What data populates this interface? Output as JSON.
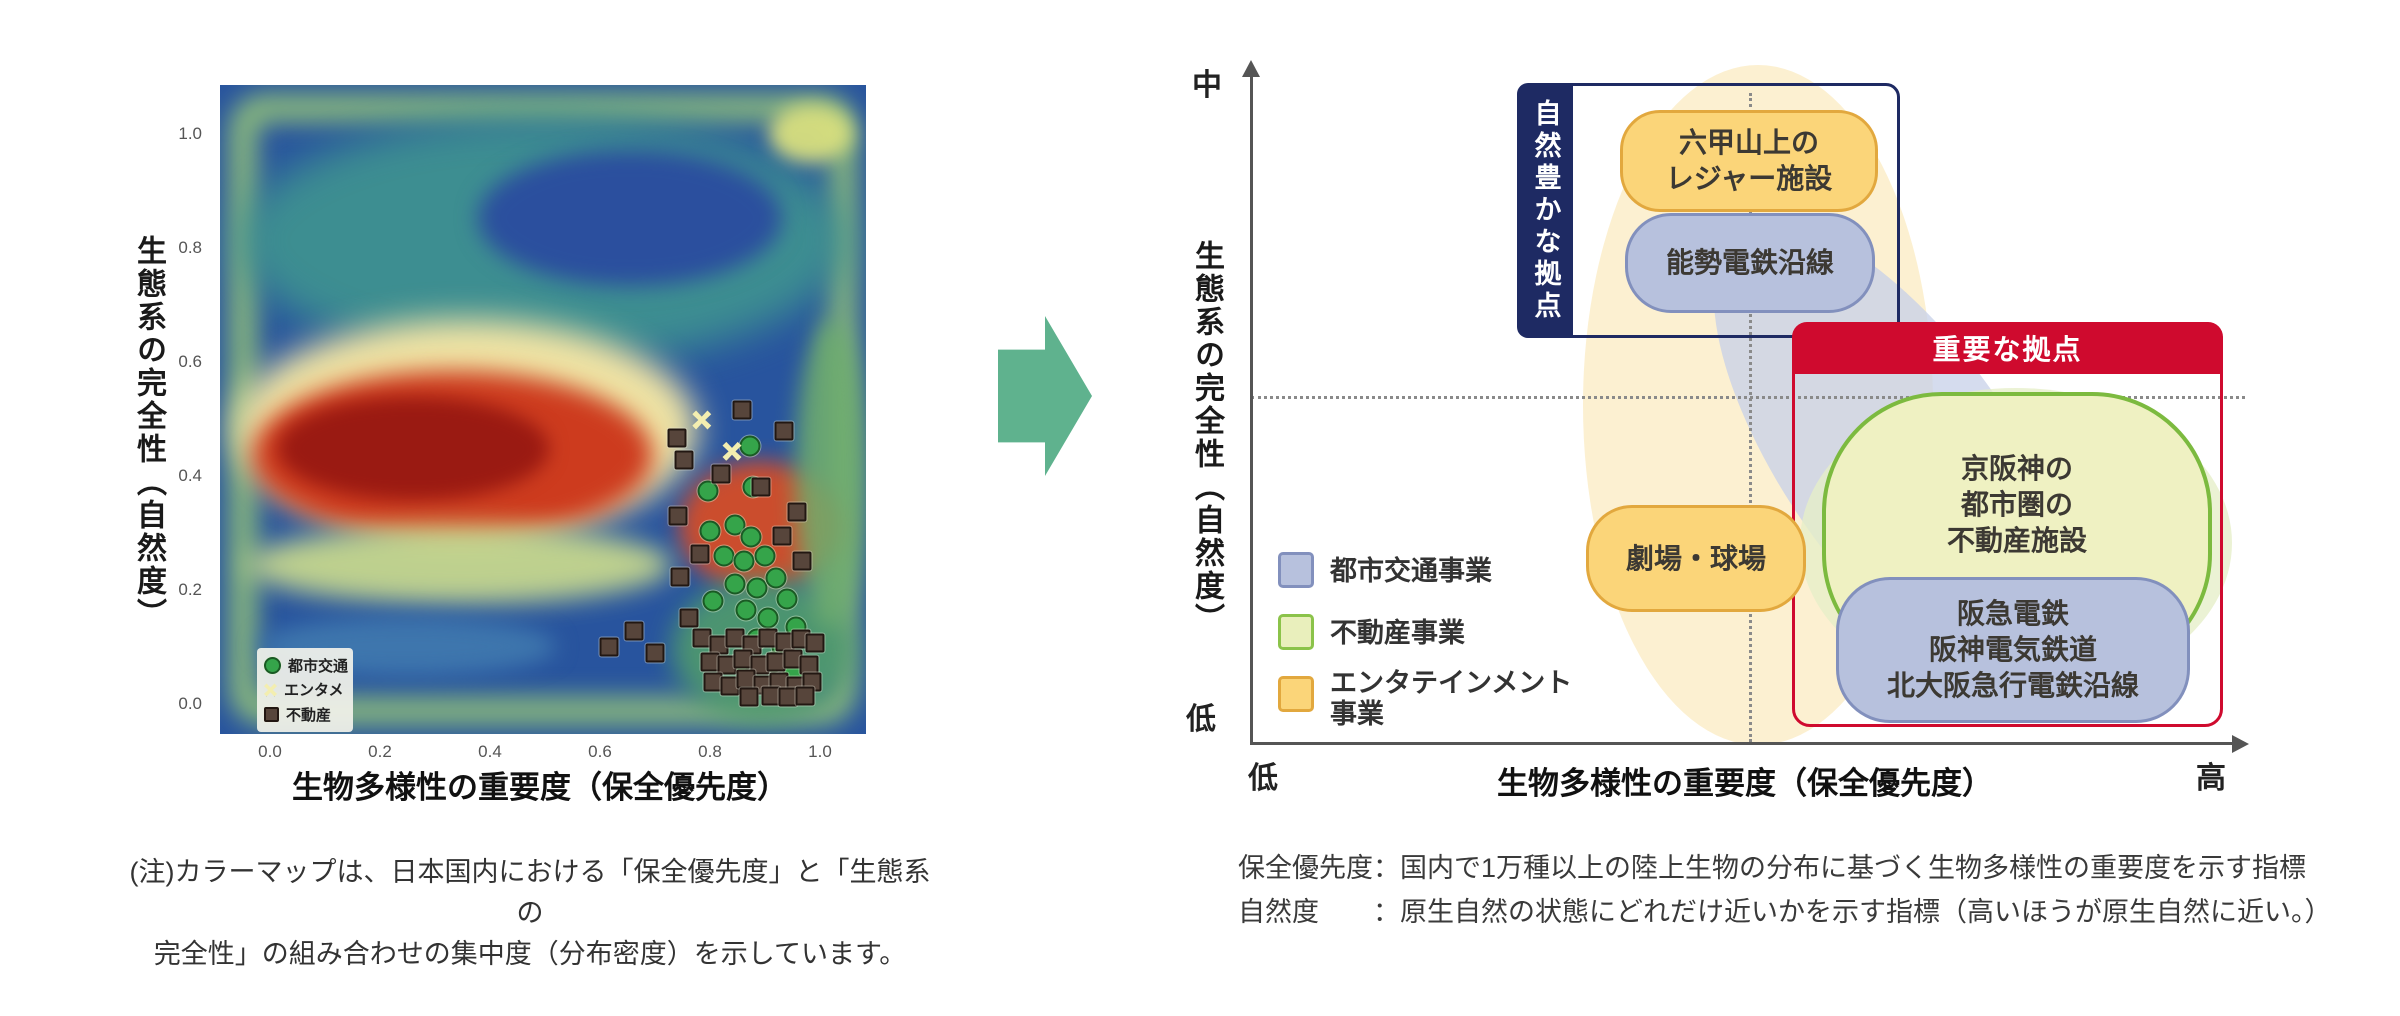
{
  "arrow_color": "#5fb28e",
  "left_panel": {
    "y_axis_label": "生態系の完全性（自然度）",
    "x_axis_label": "生物多様性の重要度（保全優先度）",
    "note_line1": "(注)カラーマップは、日本国内における「保全優先度」と「生態系の",
    "note_line2": "完全性」の組み合わせの集中度（分布密度）を示しています。",
    "legend": {
      "items": [
        {
          "label": "都市交通",
          "marker": "circle"
        },
        {
          "label": "エンタメ",
          "marker": "x"
        },
        {
          "label": "不動産",
          "marker": "square"
        }
      ]
    }
  },
  "chart_data": {
    "type": "heatmap",
    "title": "",
    "xlabel": "生物多様性の重要度（保全優先度）",
    "ylabel": "生態系の完全性（自然度）",
    "xlim": [
      0,
      1
    ],
    "ylim": [
      0,
      1
    ],
    "x_tick_labels": [
      "0.0",
      "0.2",
      "0.4",
      "0.6",
      "0.8",
      "1.0"
    ],
    "y_tick_labels": [
      "1.0",
      "0.8",
      "0.6",
      "0.4",
      "0.2",
      "0.0"
    ],
    "grid": false,
    "legend_position": "lower-left inside plot",
    "colormap": "density: blue(low) -> teal/green -> yellow -> red(high)",
    "density_description": "最高密度(赤〜暗赤)は x≈0.05–0.65, y≈0.30–0.55 の帯。x≈0.75–0.95, y≈0.2–0.35 にも高密度域。上半分は青緑、外周に黄緑の帯、背景と右下は青。",
    "scatter_series": [
      {
        "name": "都市交通",
        "marker": "circle",
        "color": "#35a44a",
        "points": [
          [
            0.873,
            0.455
          ],
          [
            0.797,
            0.375
          ],
          [
            0.878,
            0.382
          ],
          [
            0.8,
            0.305
          ],
          [
            0.845,
            0.315
          ],
          [
            0.875,
            0.295
          ],
          [
            0.825,
            0.262
          ],
          [
            0.862,
            0.252
          ],
          [
            0.9,
            0.262
          ],
          [
            0.845,
            0.212
          ],
          [
            0.885,
            0.205
          ],
          [
            0.92,
            0.222
          ],
          [
            0.806,
            0.182
          ],
          [
            0.865,
            0.166
          ],
          [
            0.905,
            0.152
          ],
          [
            0.94,
            0.186
          ],
          [
            0.886,
            0.116
          ],
          [
            0.93,
            0.102
          ],
          [
            0.956,
            0.136
          ],
          [
            0.916,
            0.076
          ],
          [
            0.95,
            0.056
          ],
          [
            0.856,
            0.076
          ]
        ]
      },
      {
        "name": "エンタメ",
        "marker": "x",
        "color": "#f3eeb0",
        "points": [
          [
            0.785,
            0.5
          ],
          [
            0.84,
            0.445
          ]
        ]
      },
      {
        "name": "不動産",
        "marker": "square",
        "color": "#57453b",
        "points": [
          [
            0.74,
            0.468
          ],
          [
            0.858,
            0.518
          ],
          [
            0.935,
            0.48
          ],
          [
            0.752,
            0.43
          ],
          [
            0.82,
            0.405
          ],
          [
            0.892,
            0.382
          ],
          [
            0.958,
            0.338
          ],
          [
            0.742,
            0.332
          ],
          [
            0.782,
            0.265
          ],
          [
            0.93,
            0.296
          ],
          [
            0.968,
            0.252
          ],
          [
            0.745,
            0.225
          ],
          [
            0.616,
            0.102
          ],
          [
            0.662,
            0.13
          ],
          [
            0.7,
            0.092
          ],
          [
            0.762,
            0.152
          ],
          [
            0.786,
            0.118
          ],
          [
            0.816,
            0.106
          ],
          [
            0.846,
            0.117
          ],
          [
            0.876,
            0.106
          ],
          [
            0.906,
            0.117
          ],
          [
            0.936,
            0.11
          ],
          [
            0.966,
            0.116
          ],
          [
            0.99,
            0.108
          ],
          [
            0.8,
            0.076
          ],
          [
            0.83,
            0.07
          ],
          [
            0.86,
            0.081
          ],
          [
            0.89,
            0.071
          ],
          [
            0.92,
            0.076
          ],
          [
            0.95,
            0.081
          ],
          [
            0.98,
            0.07
          ],
          [
            0.806,
            0.04
          ],
          [
            0.836,
            0.034
          ],
          [
            0.866,
            0.045
          ],
          [
            0.896,
            0.035
          ],
          [
            0.926,
            0.041
          ],
          [
            0.956,
            0.034
          ],
          [
            0.986,
            0.04
          ],
          [
            0.87,
            0.014
          ],
          [
            0.91,
            0.016
          ],
          [
            0.942,
            0.014
          ],
          [
            0.972,
            0.016
          ]
        ]
      }
    ]
  },
  "right_panel": {
    "y_axis_label": "生態系の完全性（自然度）",
    "x_axis_label": "生物多様性の重要度（保全優先度）",
    "y_axis_top": "中",
    "y_axis_bottom": "低",
    "x_axis_left": "低",
    "x_axis_right": "高",
    "nature_box_title": "自然豊かな拠点",
    "important_box_title": "重要な拠点",
    "bubbles": {
      "rokko": {
        "line1": "六甲山上の",
        "line2": "レジャー施設"
      },
      "nose": {
        "label": "能勢電鉄沿線"
      },
      "keihanshin": {
        "line1": "京阪神の",
        "line2": "都市圏の",
        "line3": "不動産施設"
      },
      "hankyu": {
        "line1": "阪急電鉄",
        "line2": "阪神電気鉄道",
        "line3": "北大阪急行電鉄沿線"
      },
      "gekijo": {
        "label": "劇場・球場"
      }
    },
    "legend": {
      "items": [
        {
          "label": "都市交通事業",
          "color": "#b7c1dd",
          "border": "#8290bd"
        },
        {
          "label": "不動産事業",
          "color": "#e9efbc",
          "border": "#8bc34a"
        },
        {
          "label": "エンタテインメント",
          "label2": "事業",
          "color": "#fbd579",
          "border": "#e2a83e"
        }
      ]
    },
    "notes": [
      "保全優先度：国内で1万種以上の陸上生物の分布に基づく生物多様性の重要度を示す指標",
      "自然度　　：原生自然の状態にどれだけ近いかを示す指標（高いほうが原生自然に近い。）"
    ]
  }
}
